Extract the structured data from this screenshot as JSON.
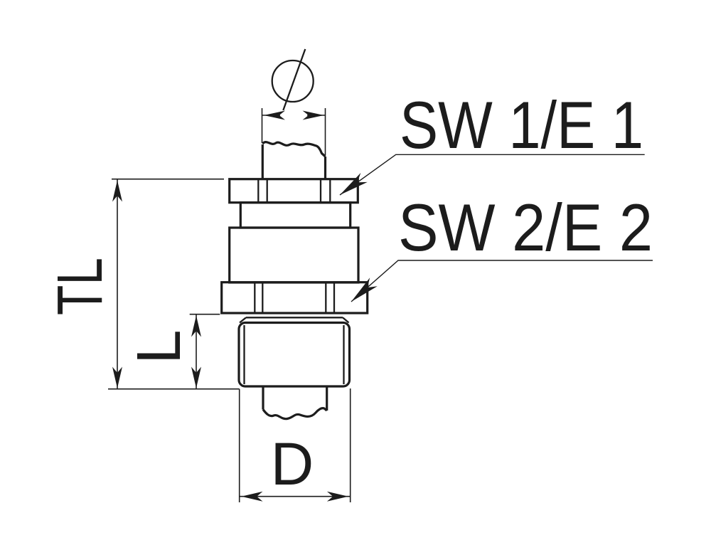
{
  "drawing": {
    "type": "technical-dimension-drawing",
    "callout_labels": {
      "wrench_size_1": "SW 1/E 1",
      "wrench_size_2": "SW 2/E 2"
    },
    "dimension_labels": {
      "total_length": "TL",
      "thread_length": "L",
      "thread_diameter": "D"
    },
    "symbols": {
      "cable_diameter": "Ø"
    },
    "colors": {
      "line": "#1c1c1c",
      "background": "#ffffff"
    }
  }
}
